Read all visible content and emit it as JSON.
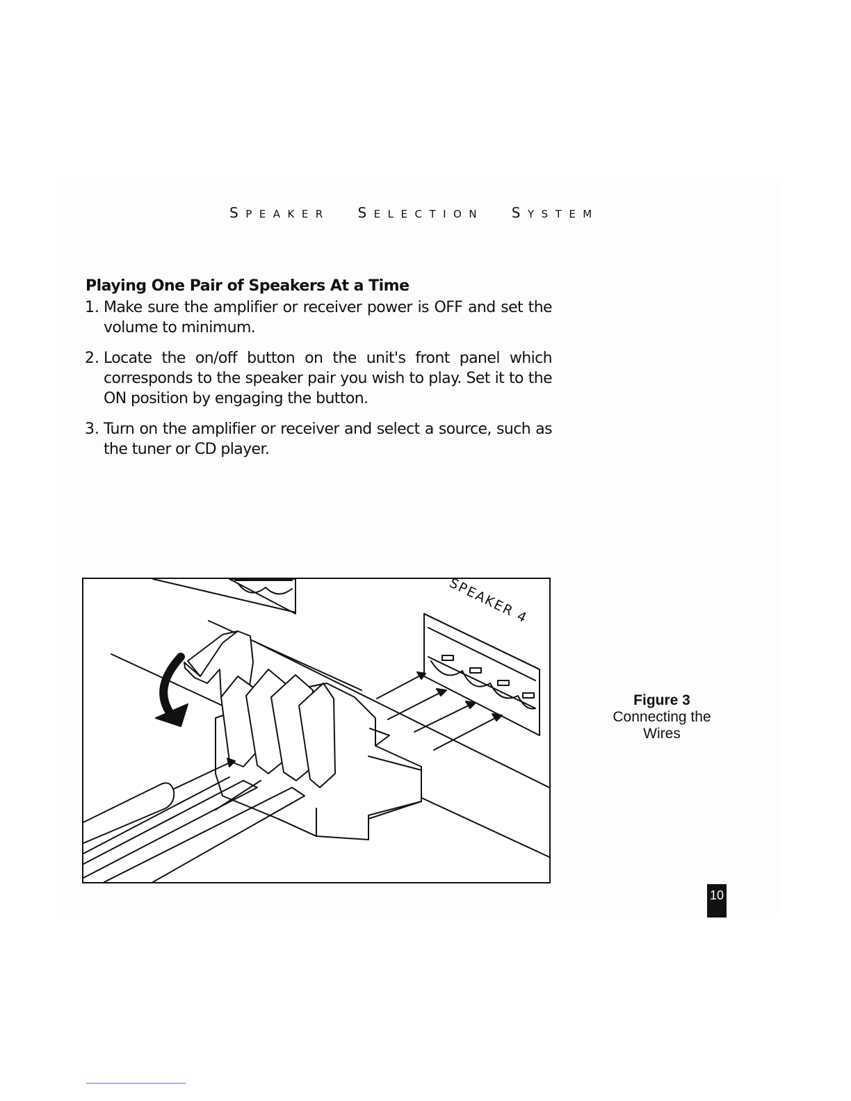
{
  "header": {
    "running_title": "SPEAKER SELECTION SYSTEM",
    "words": [
      {
        "initial": "S",
        "rest": "PEAKER"
      },
      {
        "initial": "S",
        "rest": "ELECTION"
      },
      {
        "initial": "S",
        "rest": "YSTEM"
      }
    ]
  },
  "section": {
    "heading": "Playing One Pair of Speakers At a Time",
    "steps": [
      {
        "number": "1.",
        "text": "Make sure the amplifier or receiver power is OFF and set the volume to minimum."
      },
      {
        "number": "2.",
        "text": "Locate the on/off button on the unit's front panel which corresponds to the speaker pair you wish to play. Set it to the ON position by engaging the button."
      },
      {
        "number": "3.",
        "text": "Turn on the amplifier or receiver and select a source, such as the tuner or CD player."
      }
    ]
  },
  "figure": {
    "illustration_label": "SPEAKER 4",
    "caption_title": "Figure 3",
    "caption_text": "Connecting the Wires"
  },
  "page_number": "10",
  "colors": {
    "text": "#111111",
    "page_number_bg": "#111111",
    "footnote_rule": "#6a78c8"
  }
}
